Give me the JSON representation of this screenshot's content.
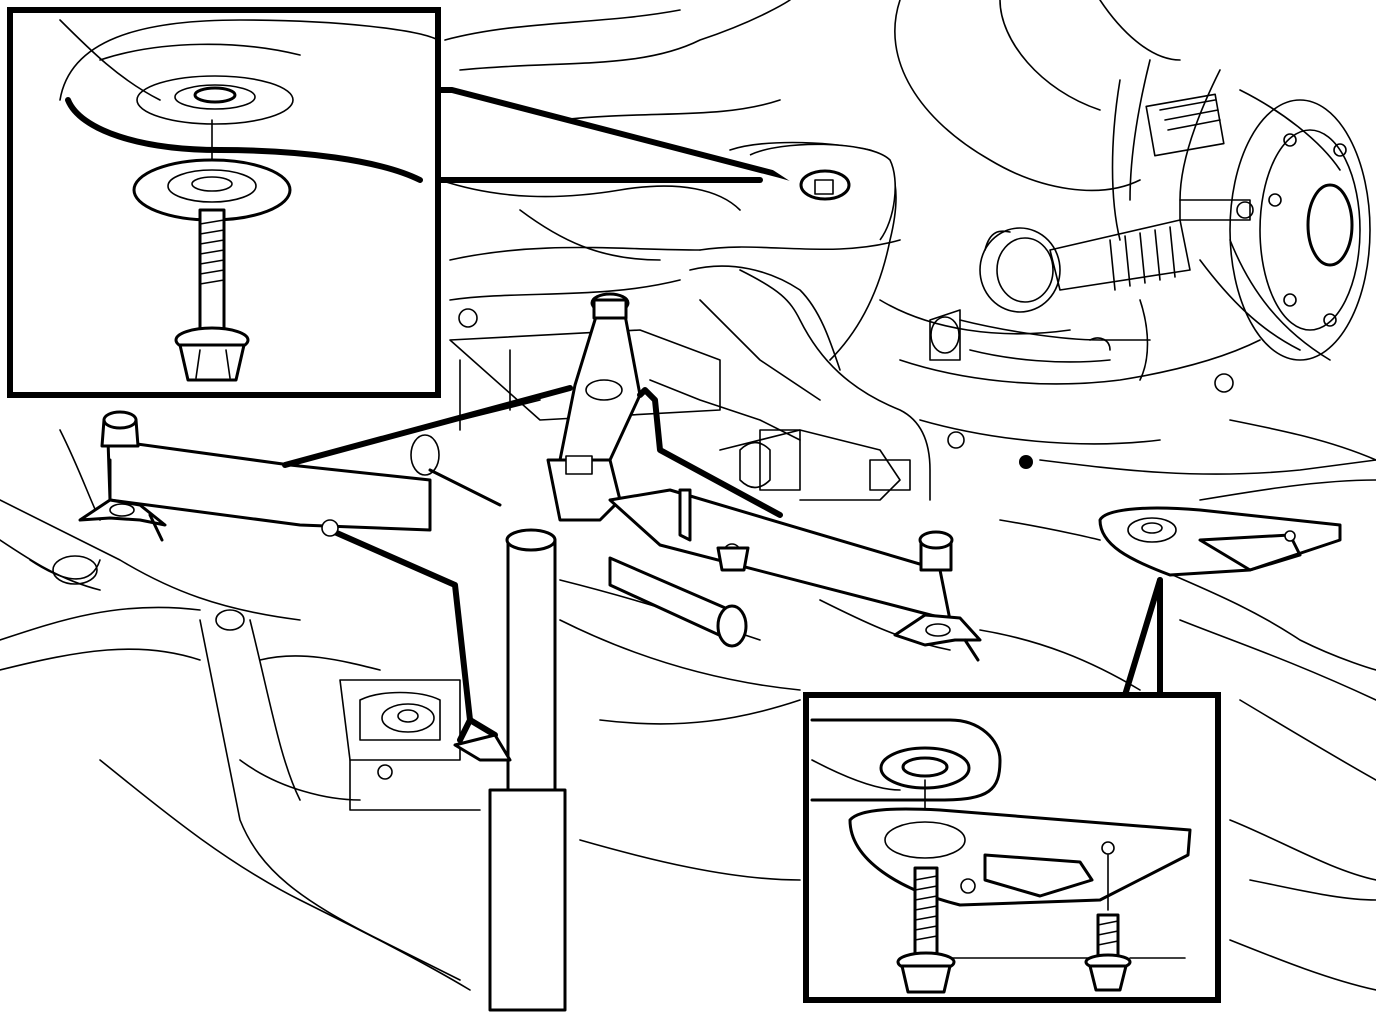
{
  "figure": {
    "description_visible_text": "",
    "insets": [
      {
        "id": "inset-top-left",
        "shows": "bolt-with-washers"
      },
      {
        "id": "inset-bottom-right",
        "shows": "bolts-with-bracket"
      }
    ],
    "colors": {
      "line": "#000000",
      "background": "#ffffff"
    }
  }
}
